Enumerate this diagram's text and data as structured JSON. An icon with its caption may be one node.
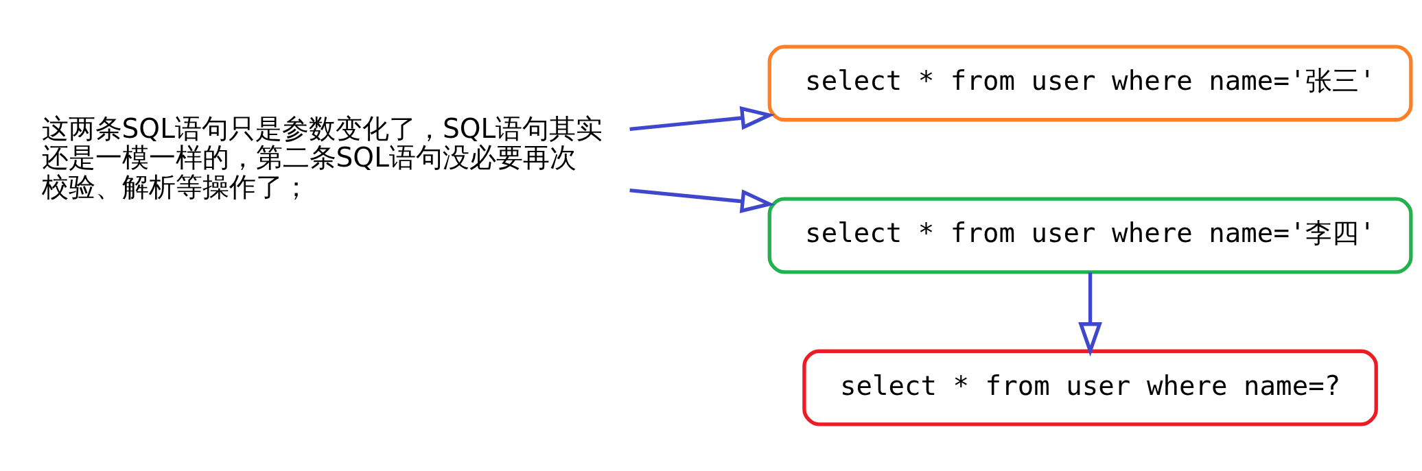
{
  "diagram": {
    "nodes": [
      {
        "text": [
          "这两条SQL语句只是参数变化了，SQL语句其实还是一模一样的，第二条SQL语句没必要再次校验、解析等操作了；"
        ]
      },
      {
        "text": [
          "select * from user where name='张三'"
        ]
      },
      {
        "text": [
          "select * from user where name='李四'"
        ]
      },
      {
        "text": [
          "select * from user where name=?"
        ]
      }
    ],
    "edges": [
      {
        "from": 0,
        "to": 1,
        "arrow": "to"
      },
      {
        "from": 0,
        "to": 2,
        "arrow": "to"
      },
      {
        "from": 2,
        "to": 3,
        "arrow": "to"
      }
    ]
  }
}
